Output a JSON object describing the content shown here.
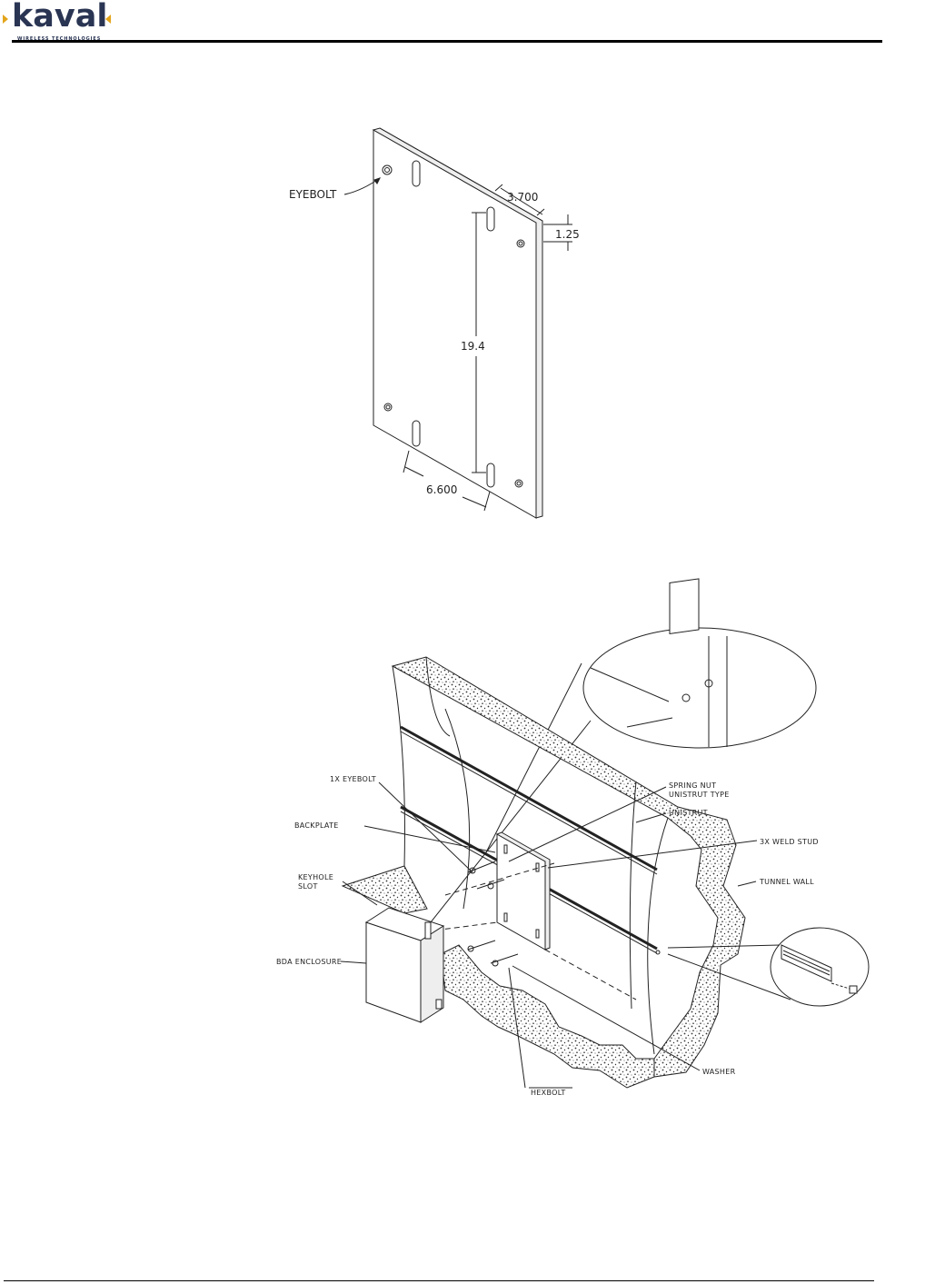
{
  "brand": {
    "name": "kaval",
    "tagline": "WIRELESS TECHNOLOGIES",
    "accent_color": "#e3a51b",
    "text_color": "#2a3553"
  },
  "backplate_drawing": {
    "eyebolt_label": "EYEBOLT",
    "dim_width": "3.700",
    "dim_thickness": "1.25",
    "dim_height": "19.4",
    "dim_bottom": "6.600"
  },
  "installation_drawing": {
    "labels": {
      "eyebolt": "1X EYEBOLT",
      "spring_nut_line1": "SPRING NUT",
      "spring_nut_line2": "UNISTRUT TYPE",
      "unistrut": "UNISTRUT",
      "backplate": "BACKPLATE",
      "weld_stud": "3X WELD STUD",
      "keyhole_line1": "KEYHOLE",
      "keyhole_line2": "SLOT",
      "tunnel_wall": "TUNNEL WALL",
      "bda_enclosure": "BDA ENCLOSURE",
      "washer": "WASHER",
      "hexbolt": "HEXBOLT"
    }
  }
}
